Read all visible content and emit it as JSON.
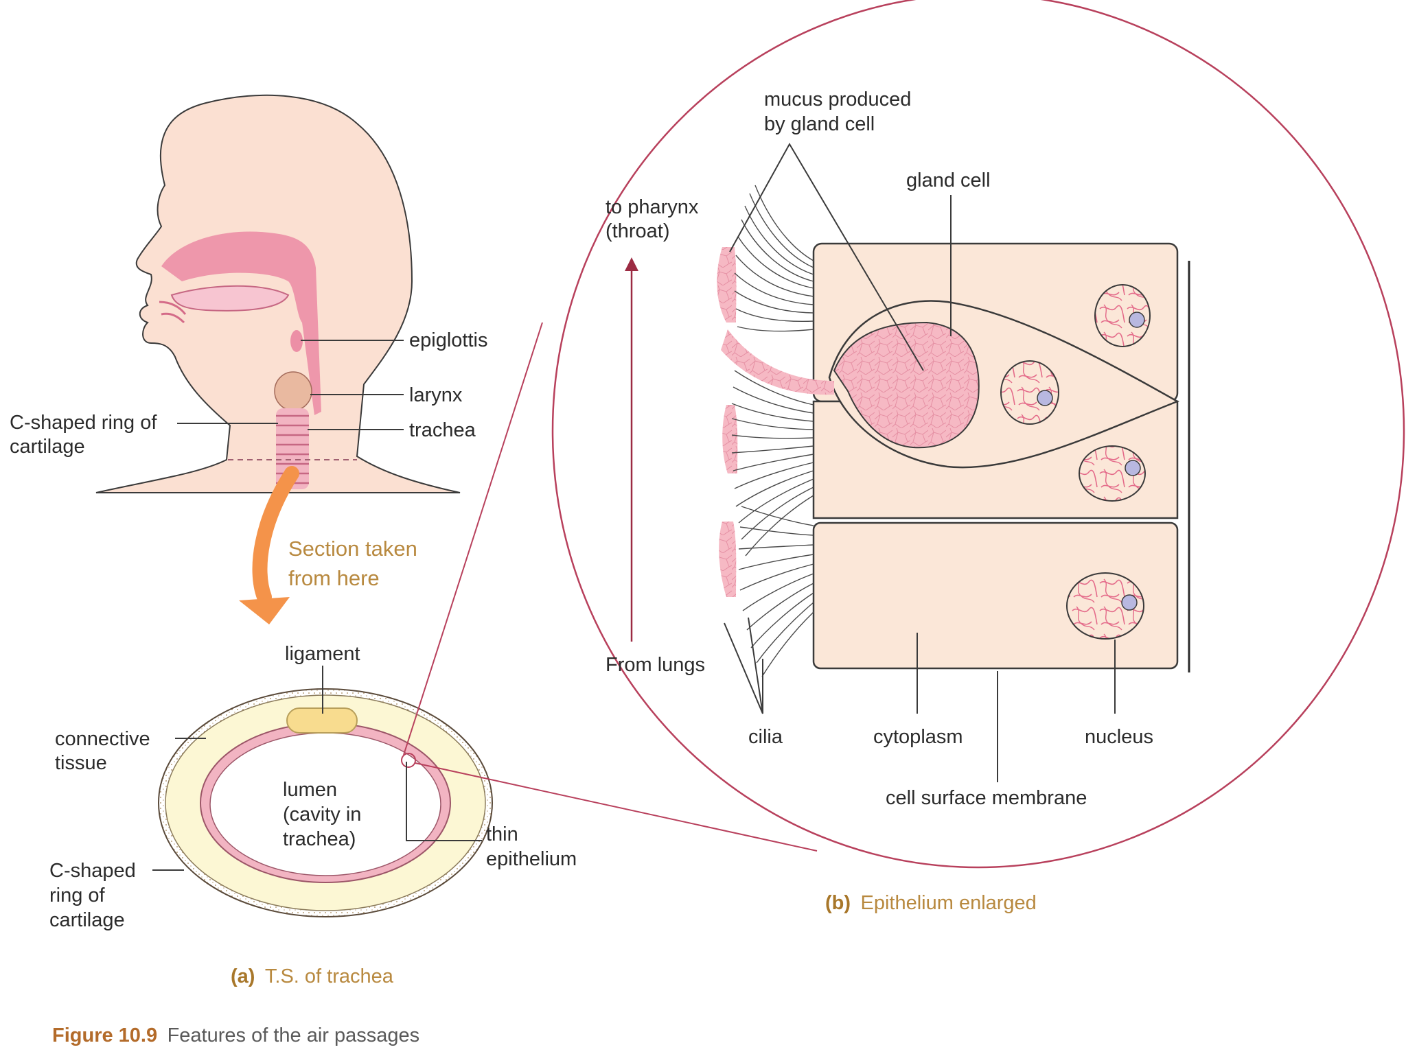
{
  "figure": {
    "number": "Figure 10.9",
    "title": "Features of the air passages"
  },
  "panel_a": {
    "letter": "(a)",
    "caption": "T.S. of trachea",
    "head_labels": {
      "epiglottis": "epiglottis",
      "larynx": "larynx",
      "trachea": "trachea",
      "ring_line1": "C-shaped ring of",
      "ring_line2": "cartilage"
    },
    "section_note": {
      "line1": "Section taken",
      "line2": "from here"
    },
    "section_labels": {
      "ligament": "ligament",
      "connective_line1": "connective",
      "connective_line2": "tissue",
      "lumen_line1": "lumen",
      "lumen_line2": "(cavity in",
      "lumen_line3": "trachea)",
      "ring_line1": "C-shaped",
      "ring_line2": "ring of",
      "ring_line3": "cartilage",
      "epithelium_line1": "thin",
      "epithelium_line2": "epithelium"
    }
  },
  "panel_b": {
    "letter": "(b)",
    "caption": "Epithelium enlarged",
    "labels": {
      "mucus_line1": "mucus produced",
      "mucus_line2": "by gland cell",
      "gland_cell": "gland cell",
      "to_pharynx_line1": "to pharynx",
      "to_pharynx_line2": "(throat)",
      "from_lungs": "From lungs",
      "cilia": "cilia",
      "cytoplasm": "cytoplasm",
      "nucleus": "nucleus",
      "membrane": "cell surface membrane"
    }
  },
  "colors": {
    "skin": "#fbe0d2",
    "airway_pink": "#ec8fa6",
    "airway_light": "#f7c5d1",
    "arrow_orange": "#f4934a",
    "cartilage_cream": "#fcf7d4",
    "ligament_yellow": "#f8dc8f",
    "cell_fill": "#fbe7d8",
    "mucus_pink": "#f6b9c4",
    "circle_red": "#b8405c",
    "nucleus_purple": "#b8b8e0"
  }
}
